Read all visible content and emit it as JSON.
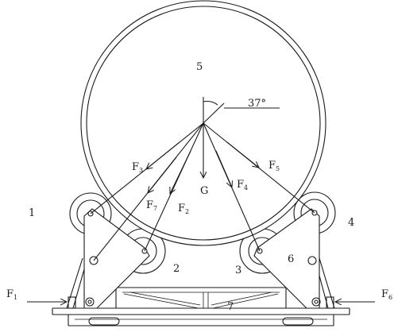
{
  "angle_label": "37°",
  "forces": {
    "F1": {
      "base": "F",
      "sub": "1"
    },
    "F2": {
      "base": "F",
      "sub": "2"
    },
    "F3": {
      "base": "F",
      "sub": "3"
    },
    "F4": {
      "base": "F",
      "sub": "4"
    },
    "F5": {
      "base": "F",
      "sub": "5"
    },
    "F6": {
      "base": "F",
      "sub": "6"
    },
    "F7": {
      "base": "F",
      "sub": "7"
    },
    "G": "G"
  },
  "parts": {
    "p1": "1",
    "p2": "2",
    "p3": "3",
    "p4": "4",
    "p5": "5",
    "p6": "6",
    "p7": "7"
  }
}
